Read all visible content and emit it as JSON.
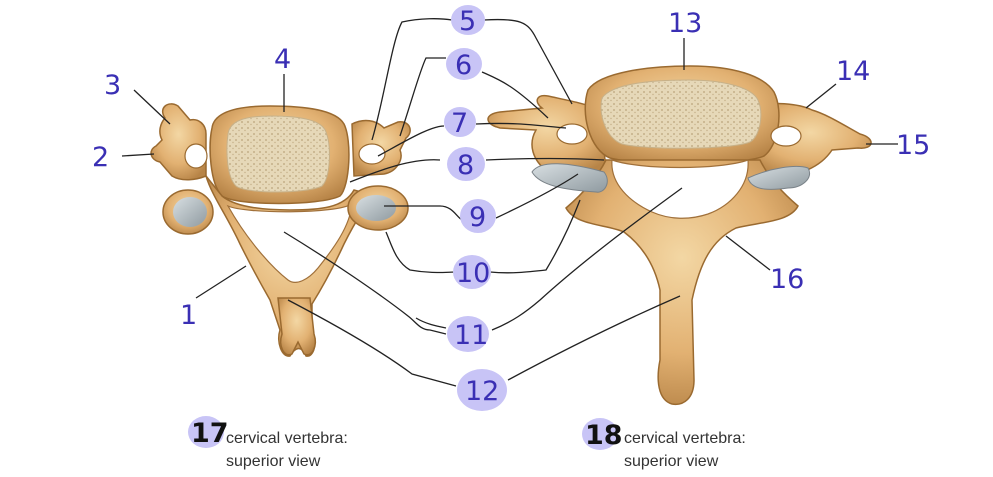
{
  "labels": {
    "n1": "1",
    "n2": "2",
    "n3": "3",
    "n4": "4",
    "n5": "5",
    "n6": "6",
    "n7": "7",
    "n8": "8",
    "n9": "9",
    "n10": "10",
    "n11": "11",
    "n12": "12",
    "n13": "13",
    "n14": "14",
    "n15": "15",
    "n16": "16",
    "n17": "17",
    "n18": "18"
  },
  "captions": {
    "left_line1": "cervical vertebra:",
    "left_line2": "superior view",
    "right_line1": "cervical vertebra:",
    "right_line2": "superior view"
  },
  "colors": {
    "bone": "#e2b172",
    "bone_shadow": "#b78447",
    "bone_light": "#f3d7a4",
    "cancellous": "#e9dcc0",
    "facet": "#b9c3c8",
    "label_ink": "#3a2fb4",
    "highlight": "#c8c4f6"
  }
}
